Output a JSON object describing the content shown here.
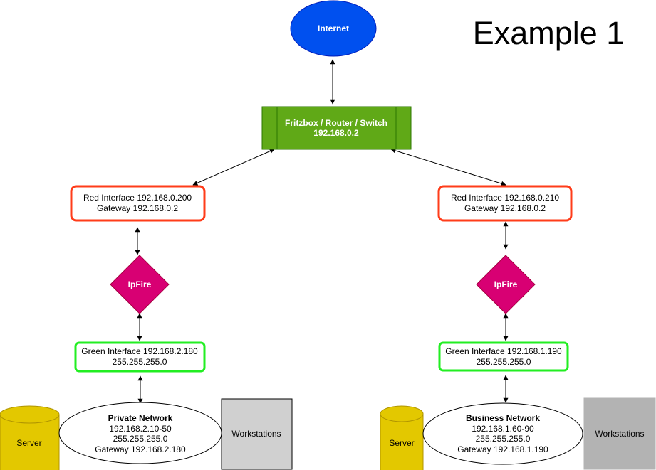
{
  "title": "Example 1",
  "internet": {
    "label": "Internet"
  },
  "router": {
    "line1": "Fritzbox / Router / Switch",
    "line2": "192.168.0.2"
  },
  "left": {
    "red": {
      "line1": "Red Interface 192.168.0.200",
      "line2": "Gateway 192.168.0.2"
    },
    "firewall": "IpFire",
    "green": {
      "line1": "Green Interface 192.168.2.180",
      "line2": "255.255.255.0"
    },
    "network": {
      "name": "Private Network",
      "line1": "192.168.2.10-50",
      "line2": "255.255.255.0",
      "line3": "Gateway 192.168.2.180"
    },
    "server": "Server",
    "workstations": "Workstations"
  },
  "right": {
    "red": {
      "line1": "Red Interface 192.168.0.210",
      "line2": "Gateway 192.168.0.2"
    },
    "firewall": "IpFire",
    "green": {
      "line1": "Green Interface 192.168.1.190",
      "line2": "255.255.255.0"
    },
    "network": {
      "name": "Business Network",
      "line1": "192.168.1.60-90",
      "line2": "255.255.255.0",
      "line3": "Gateway 192.168.1.190"
    },
    "server": "Server",
    "workstations": "Workstations"
  },
  "colors": {
    "internet_fill": "#0050ef",
    "router_fill": "#60a917",
    "router_stroke": "#2d7600",
    "red_border": "#ff3c1a",
    "firewall_fill": "#d80073",
    "green_border": "#22ee22",
    "server_fill": "#e3c800",
    "server_stroke": "#b09500",
    "workstation_left_fill": "#d0d0d0",
    "workstation_right_fill": "#b3b3b3"
  }
}
